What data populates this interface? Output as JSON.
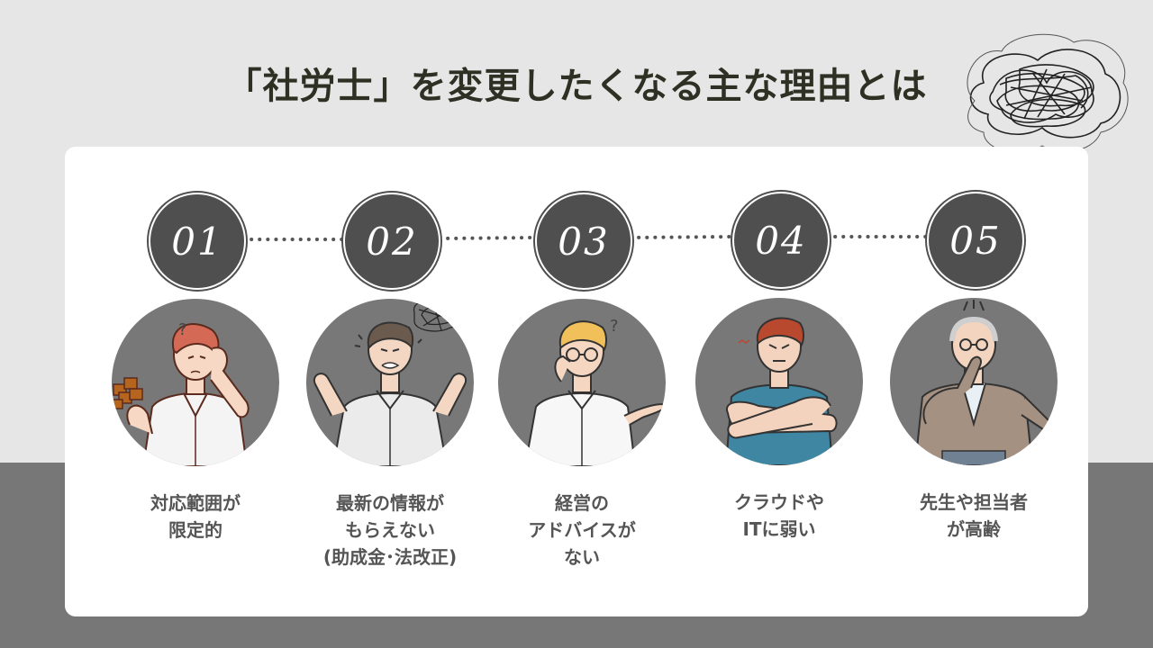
{
  "title": "「社労士」を変更したくなる主な理由とは",
  "colors": {
    "background": "#e6e6e6",
    "band": "#777777",
    "card": "#ffffff",
    "number_circle": "#4f4f4f",
    "portrait_circle": "#787878",
    "title_text": "#2d3023",
    "label_text": "#555555"
  },
  "decor": {
    "scribble_icon": "thought-scribble-icon"
  },
  "steps": [
    {
      "number": "01",
      "label": "対応範囲が\n限定的",
      "illustration": "confused-man-puzzle"
    },
    {
      "number": "02",
      "label": "最新の情報が\nもらえない\n(助成金･法改正)",
      "illustration": "frustrated-man-scribble"
    },
    {
      "number": "03",
      "label": "経営の\nアドバイスが\nない",
      "illustration": "questioning-man-glasses"
    },
    {
      "number": "04",
      "label": "クラウドや\nITに弱い",
      "illustration": "annoyed-man-arms-crossed"
    },
    {
      "number": "05",
      "label": "先生や担当者\nが高齢",
      "illustration": "elderly-man-cardigan"
    }
  ]
}
